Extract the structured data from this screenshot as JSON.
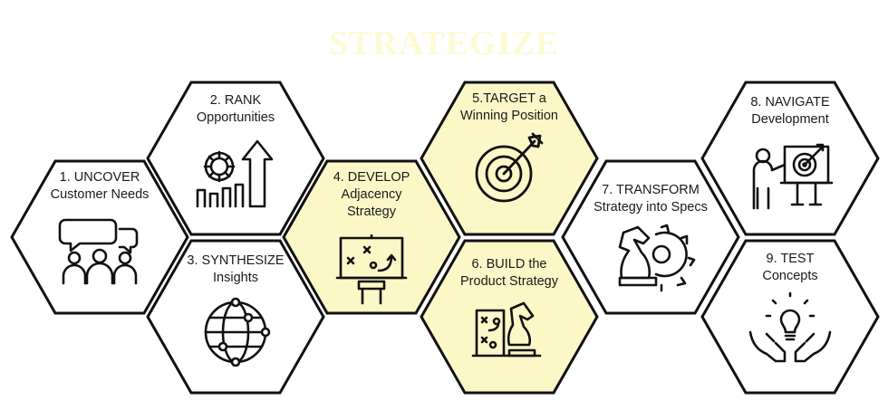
{
  "title": "STRATEGIZE",
  "colors": {
    "title": "#fdfbd6",
    "highlight": "#fbf7c7",
    "plain": "#ffffff",
    "stroke": "#111111"
  },
  "hexes": [
    {
      "lines": [
        "1. UNCOVER",
        "Customer Needs"
      ],
      "icon": "meeting-people-icon",
      "highlighted": false
    },
    {
      "lines": [
        "2. RANK",
        "Opportunities"
      ],
      "icon": "gear-growth-arrow-icon",
      "highlighted": false
    },
    {
      "lines": [
        "3. SYNTHESIZE",
        "Insights"
      ],
      "icon": "globe-network-icon",
      "highlighted": false
    },
    {
      "lines": [
        "4. DEVELOP",
        "Adjacency",
        "Strategy"
      ],
      "icon": "strategy-board-icon",
      "highlighted": true
    },
    {
      "lines": [
        "5.TARGET a",
        "Winning Position"
      ],
      "icon": "target-arrow-icon",
      "highlighted": true
    },
    {
      "lines": [
        "6. BUILD  the",
        "Product Strategy"
      ],
      "icon": "plan-chess-icon",
      "highlighted": true
    },
    {
      "lines": [
        "7. TRANSFORM",
        "Strategy into Specs"
      ],
      "icon": "chess-gear-icon",
      "highlighted": false
    },
    {
      "lines": [
        "8. NAVIGATE",
        "Development"
      ],
      "icon": "presenter-target-icon",
      "highlighted": false
    },
    {
      "lines": [
        "9. TEST",
        "Concepts"
      ],
      "icon": "hands-lightbulb-icon",
      "highlighted": false
    }
  ]
}
